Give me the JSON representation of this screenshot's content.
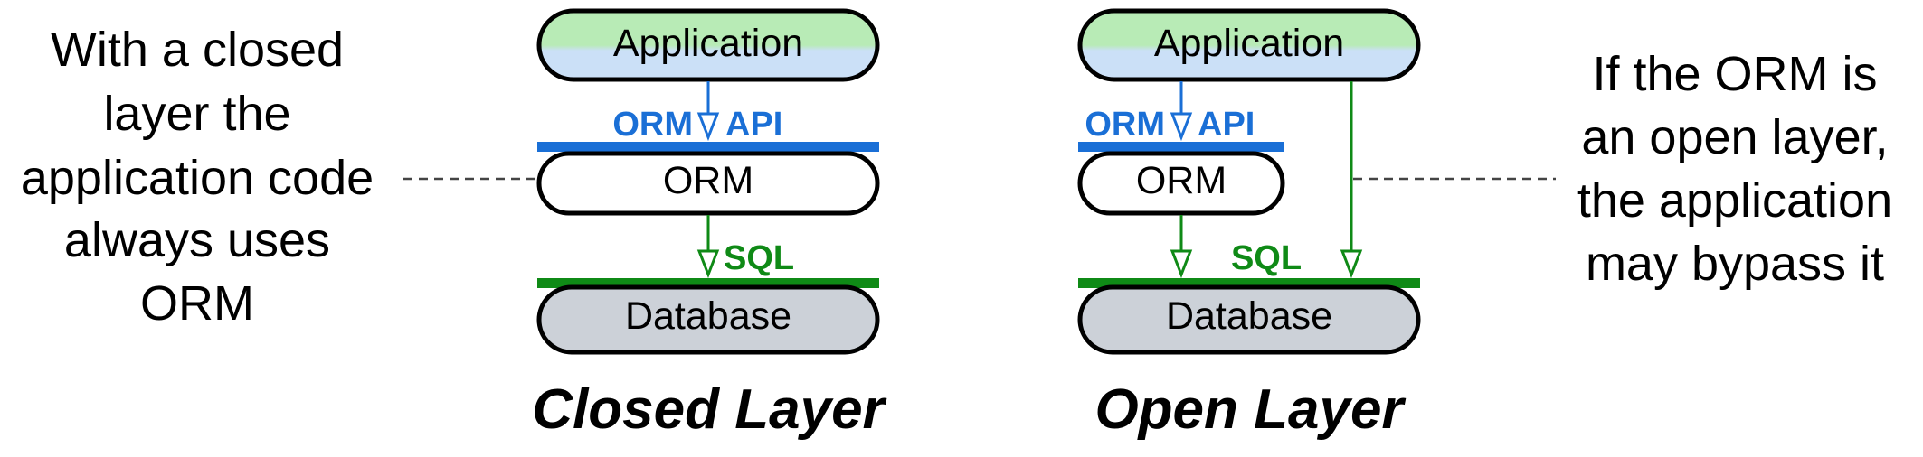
{
  "colors": {
    "app_top": "#b8ebb6",
    "app_bottom": "#cbe0f7",
    "orm_fill": "#ffffff",
    "db_fill": "#ccd1d8",
    "api_blue": "#1a6fd6",
    "sql_green": "#0f8a16",
    "outline": "#000000",
    "dash": "#444444"
  },
  "closed": {
    "title": "Closed Layer",
    "app_label": "Application",
    "orm_label": "ORM",
    "db_label": "Database",
    "api_label_orm": "ORM",
    "api_label_api": "API",
    "sql_label": "SQL",
    "note_lines": [
      "With a closed",
      "layer the",
      "application code",
      "always uses",
      "ORM"
    ]
  },
  "open": {
    "title": "Open Layer",
    "app_label": "Application",
    "orm_label": "ORM",
    "db_label": "Database",
    "api_label_orm": "ORM",
    "api_label_api": "API",
    "sql_label": "SQL",
    "note_lines": [
      "If the ORM is",
      "an open layer,",
      "the application",
      "may bypass it"
    ]
  }
}
